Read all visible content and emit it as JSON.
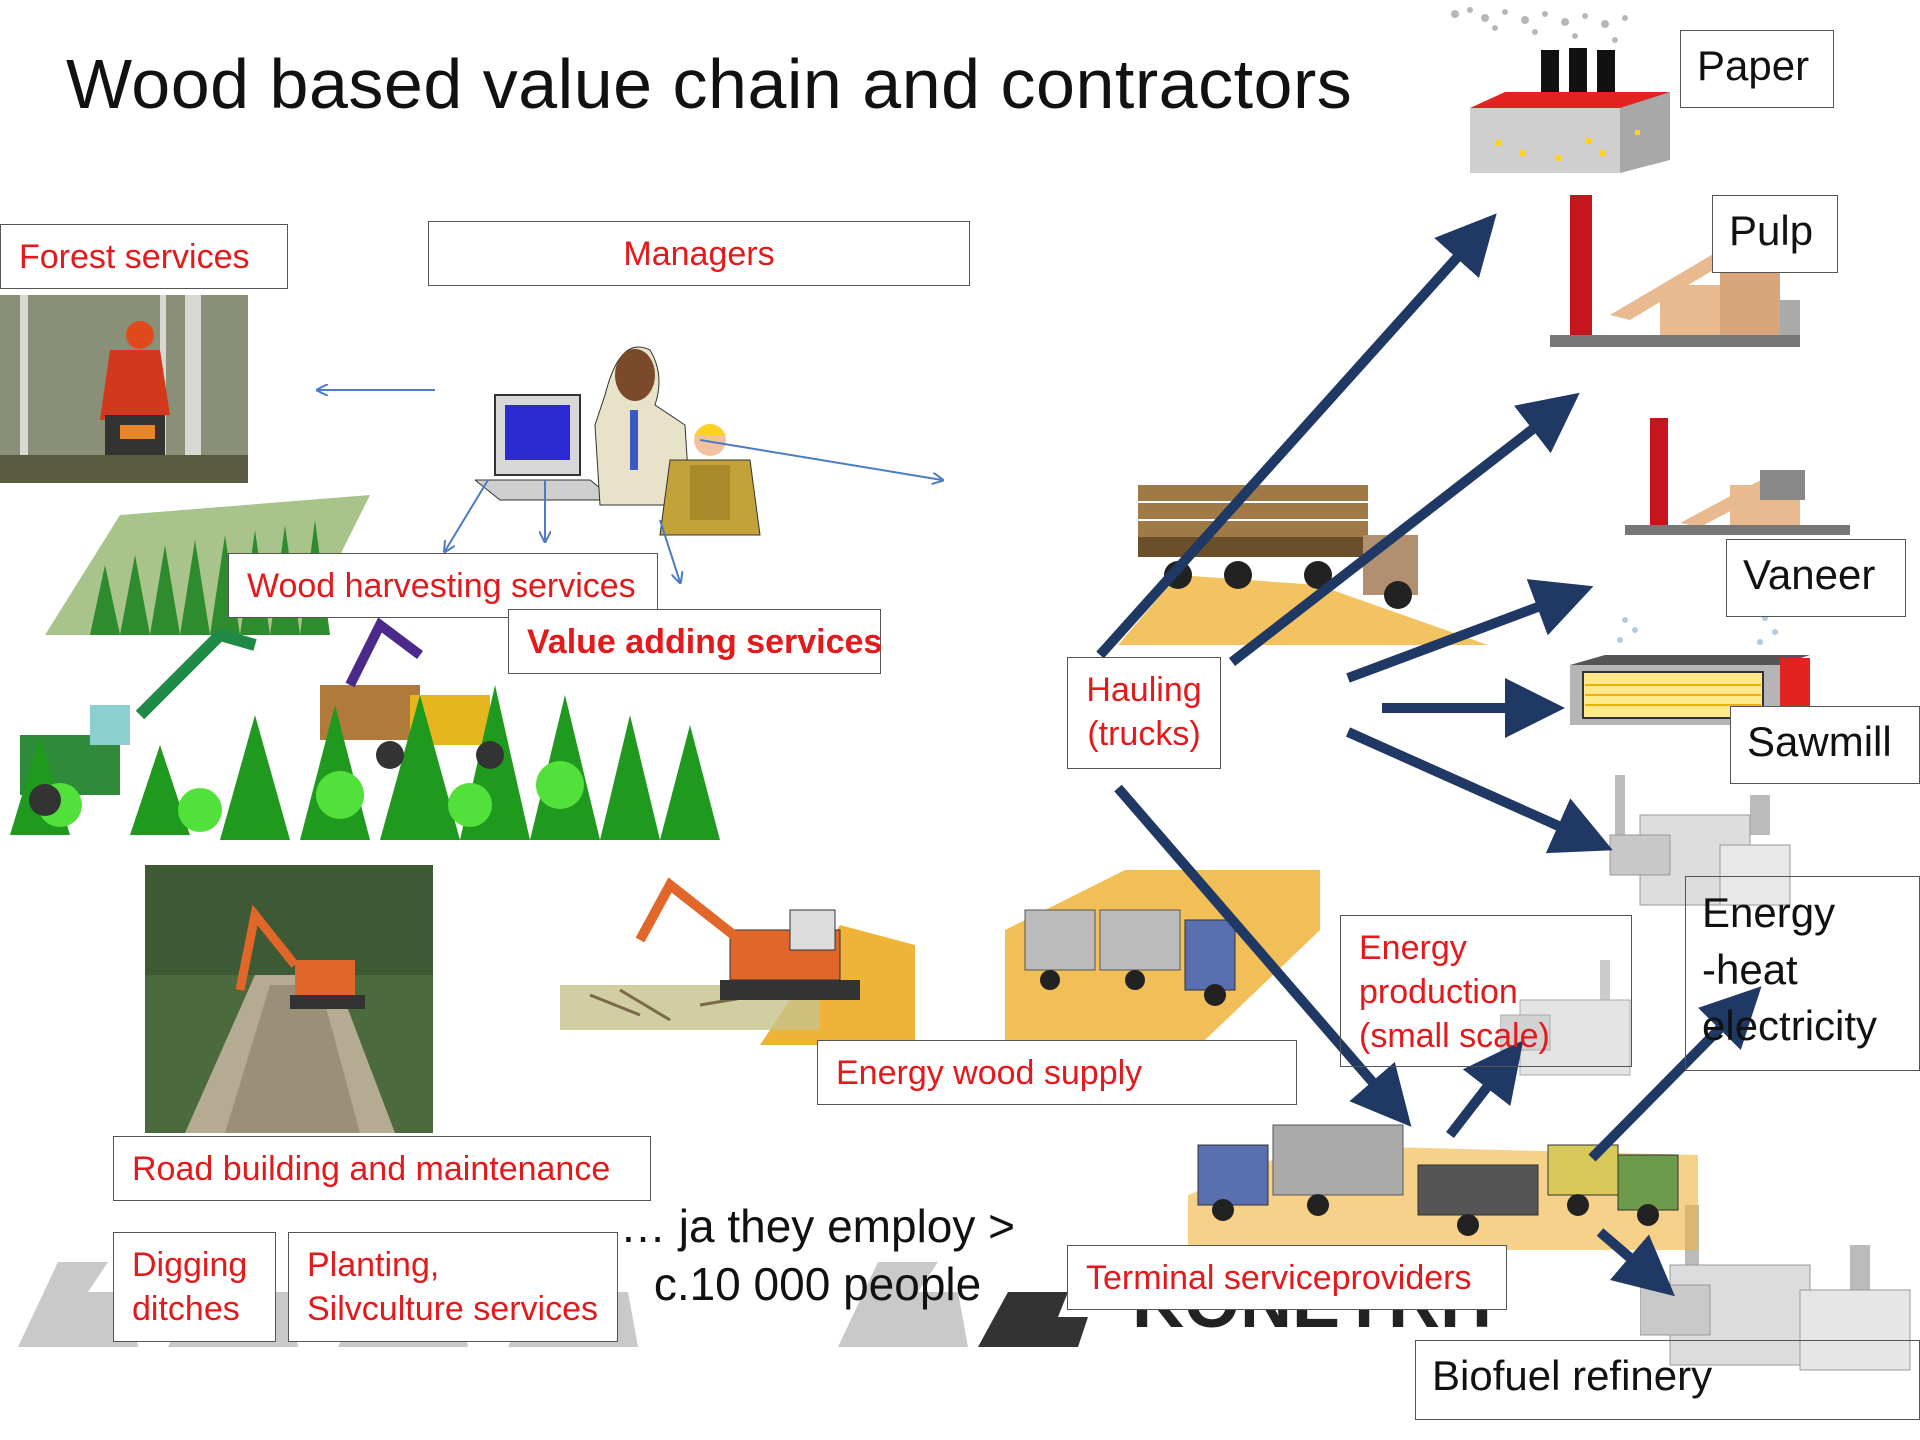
{
  "title": "Wood based value chain and contractors",
  "services": {
    "forest": "Forest services",
    "managers": "Managers",
    "wood_harvesting": "Wood harvesting services",
    "value_adding": "Value adding services",
    "road_building": "Road building and maintenance",
    "digging_1": "Digging",
    "digging_2": "ditches",
    "planting_1": "Planting,",
    "planting_2": "Silvculture services",
    "energy_wood": "Energy wood supply",
    "hauling_1": "Hauling",
    "hauling_2": "(trucks)",
    "energy_prod_1": "Energy",
    "energy_prod_2": "production",
    "energy_prod_3": "(small scale)",
    "terminal": "Terminal serviceproviders"
  },
  "destinations": {
    "paper": "Paper",
    "pulp": "Pulp",
    "vaneer": "Vaneer",
    "sawmill": "Sawmill",
    "energy_1": "Energy",
    "energy_2": "-heat",
    "energy_3": "electricity",
    "biofuel": "Biofuel refinery"
  },
  "employ": {
    "line1": "… ja they employ >",
    "line2": "c.10 000 people"
  },
  "watermark_text": "KONEYRIT",
  "colors": {
    "label_red": "#e3191b",
    "arrow_navy": "#1f3864",
    "arrow_blue": "#4a7bc4",
    "forest_green": "#2e8b2e",
    "excavator_orange": "#e0662a"
  }
}
